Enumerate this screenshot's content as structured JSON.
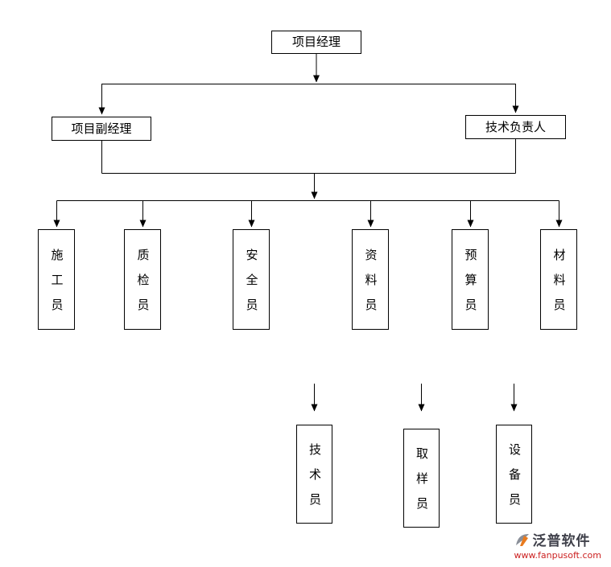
{
  "org": {
    "root": {
      "label": "项目经理"
    },
    "level2": [
      {
        "label": "项目副经理"
      },
      {
        "label": "技术负责人"
      }
    ],
    "level3": [
      {
        "label": "施工员"
      },
      {
        "label": "质检员"
      },
      {
        "label": "安全员"
      },
      {
        "label": "资料员"
      },
      {
        "label": "预算员"
      },
      {
        "label": "材料员"
      }
    ],
    "level4": [
      {
        "label": "技术员"
      },
      {
        "label": "取样员"
      },
      {
        "label": "设备员"
      }
    ]
  },
  "branding": {
    "name": "泛普软件",
    "url": "www.fanpusoft.com",
    "accent_color": "#e87a1e",
    "icon_gray": "#8a8f99",
    "url_color": "#cc2222",
    "line_color": "#000000"
  }
}
